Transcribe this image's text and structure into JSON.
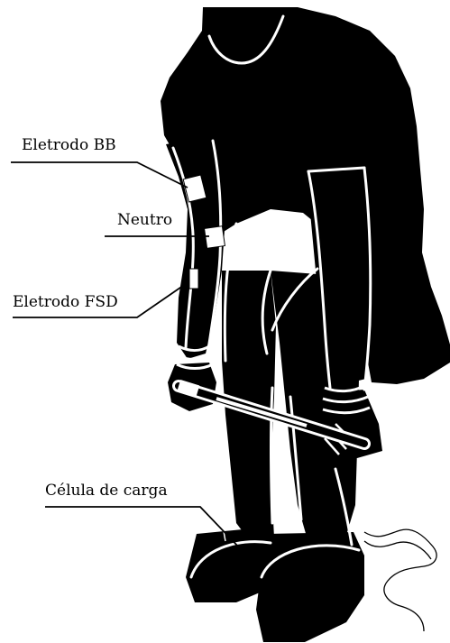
{
  "labels": {
    "eletrodo_bb": "Eletrodo BB",
    "neutro": "Neutro",
    "eletrodo_fsd": "Eletrodo FSD",
    "celula_de_carga": "Célula de carga"
  },
  "colors": {
    "silhouette": "#000000",
    "outline": "#ffffff",
    "background": "#ffffff"
  }
}
